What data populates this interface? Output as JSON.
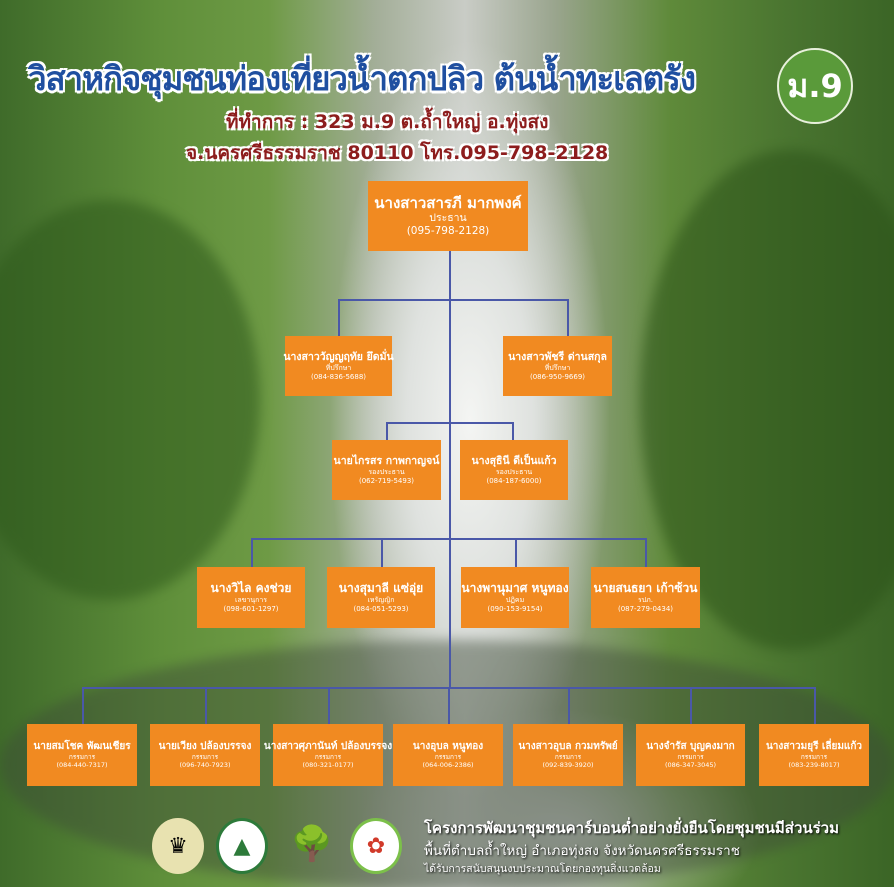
{
  "header": {
    "title": "วิสาหกิจชุมชนท่องเที่ยวน้ำตกปลิว ต้นน้ำทะเลตรัง",
    "badge": "ม.9",
    "address_line1": "ที่ทำการ : 323  ม.9 ต.ถ้ำใหญ่ อ.ทุ่งสง",
    "address_line2": "จ.นครศรีธรรมราช 80110 โทร.095-798-2128"
  },
  "org": {
    "chairman": {
      "name": "นางสาวสารภี มากพงค์",
      "role": "ประธาน",
      "phone": "(095-798-2128)"
    },
    "advisors": [
      {
        "name": "นางสาววัญญฤทัย ยึดมั่น",
        "role": "ที่ปรึกษา",
        "phone": "(084-836-5688)"
      },
      {
        "name": "นางสาวพัชรี ด่านสกุล",
        "role": "ที่ปรึกษา",
        "phone": "(086-950-9669)"
      }
    ],
    "vice_chairs": [
      {
        "name": "นายไกรสร กาพกาญจน์",
        "role": "รองประธาน",
        "phone": "(062-719-5493)"
      },
      {
        "name": "นางสุธินี ดีเป็นแก้ว",
        "role": "รองประธาน",
        "phone": "(084-187-6000)"
      }
    ],
    "officers": [
      {
        "name": "นางวิไล คงช่วย",
        "role": "เลขานุการ",
        "phone": "(098-601-1297)"
      },
      {
        "name": "นางสุมาลี แซ่อุ่ย",
        "role": "เหรัญญิก",
        "phone": "(084-051-5293)"
      },
      {
        "name": "นางพานุมาศ หนูทอง",
        "role": "ปฏิคม",
        "phone": "(090-153-9154)"
      },
      {
        "name": "นายสนธยา เก้าซ้วน",
        "role": "รปภ.",
        "phone": "(087-279-0434)"
      }
    ],
    "committee": [
      {
        "name": "นายสมโชค พัฒนเชียร",
        "role": "กรรมการ",
        "phone": "(084-440-7317)"
      },
      {
        "name": "นายเวียง ปล้องบรรจง",
        "role": "กรรมการ",
        "phone": "(096-740-7923)"
      },
      {
        "name": "นางสาวศุภานันท์ ปล้องบรรจง",
        "role": "กรรมการ",
        "phone": "(080-321-0177)"
      },
      {
        "name": "นางอุบล หนูทอง",
        "role": "กรรมการ",
        "phone": "(064-006-2386)"
      },
      {
        "name": "นางสาวอุบล กวมทรัพย์",
        "role": "กรรมการ",
        "phone": "(092-839-3920)"
      },
      {
        "name": "นางจำรัส บุญคงมาก",
        "role": "กรรมการ",
        "phone": "(086-347-3045)"
      },
      {
        "name": "นางสาวมยุรี เลี่ยมแก้ว",
        "role": "กรรมการ",
        "phone": "(083-239-8017)"
      }
    ]
  },
  "footer": {
    "line1": "โครงการพัฒนาชุมชนคาร์บอนต่ำอย่างยั่งยืนโดยชุมชนมีส่วนร่วม",
    "line2": "พื้นที่ตำบลถ้ำใหญ่ อำเภอทุ่งสง จังหวัดนครศรีธรรมราช",
    "line3": "ได้รับการสนับสนุนงบประมาณโดยกองทุนสิ่งแวดล้อม"
  },
  "colors": {
    "box": "#f18a21",
    "line": "#4a58a8",
    "title": "#1f4fa0",
    "address": "#8d1d1d",
    "badge": "#5a9a3a"
  }
}
